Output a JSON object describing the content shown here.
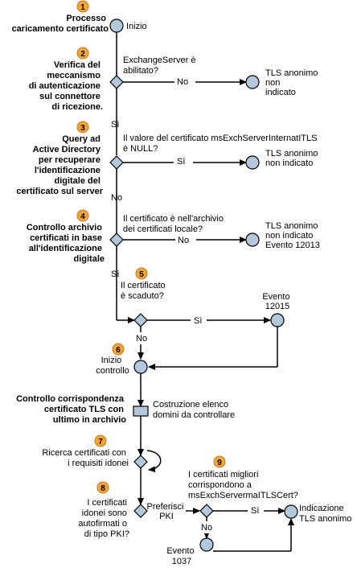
{
  "steps": {
    "s1": {
      "num": "1",
      "title": [
        "Processo",
        "caricamento certificato"
      ]
    },
    "s2": {
      "num": "2",
      "title": [
        "Verifica del",
        "meccanismo",
        "di autenticazione",
        "sul connettore",
        "di ricezione."
      ]
    },
    "s3": {
      "num": "3",
      "title": [
        "Query ad",
        "Active Directory",
        "per recuperare",
        "l'identificazione",
        "digitale del",
        "certificato sul server"
      ]
    },
    "s4": {
      "num": "4",
      "title": [
        "Controllo archivio",
        "certificati in base",
        "all'identificazione",
        "digitale"
      ]
    },
    "s5": {
      "num": "5"
    },
    "s6": {
      "num": "6"
    },
    "s7": {
      "num": "7"
    },
    "s8": {
      "num": "8"
    },
    "s9": {
      "num": "9"
    },
    "s10": {
      "title": [
        "Controllo corrispondenza",
        "certificato TLS con",
        "ultimo in archivio"
      ]
    }
  },
  "labels": {
    "start": "Inizio",
    "q1": [
      "ExchangeServer è",
      "abilitato?"
    ],
    "q2": [
      "Il valore del certificato msExchServerInternatITLS",
      "è NULL?"
    ],
    "q3": [
      "Il certificato è nell'archivio",
      "dei certificati locale?"
    ],
    "q4": [
      "Il certificato",
      "è scaduto?"
    ],
    "q5": [
      "Ricerca certificati con",
      "i requisiti idonei"
    ],
    "q6": [
      "I certificati",
      "idonei sono",
      "autofirmati o",
      "di tipo PKI?"
    ],
    "q7": [
      "I certificati migliori",
      "corrispondono a",
      "msExchServermaITLSCert?"
    ],
    "no": "No",
    "si": "Sì",
    "prefer_pki": [
      "Preferisci",
      "PKI"
    ],
    "tls_none_1": [
      "TLS anonimo",
      "non",
      "indicato"
    ],
    "tls_none_2": [
      "TLS anonimo",
      "non indicato"
    ],
    "tls_none_3": [
      "TLS anonimo",
      "non indicato",
      "Evento 12013"
    ],
    "event_12015": [
      "Evento",
      "12015"
    ],
    "check_start": [
      "Inizio",
      "controllo"
    ],
    "build_list": [
      "Costruzione elenco",
      "domini da controllare"
    ],
    "tls_indication": [
      "Indicazione",
      "TLS anonimo"
    ],
    "event_1037": [
      "Evento",
      "1037"
    ]
  },
  "colors": {
    "node_fill": "#b3c7dd",
    "badge_fill": "#f3a53a",
    "line": "#000000"
  }
}
